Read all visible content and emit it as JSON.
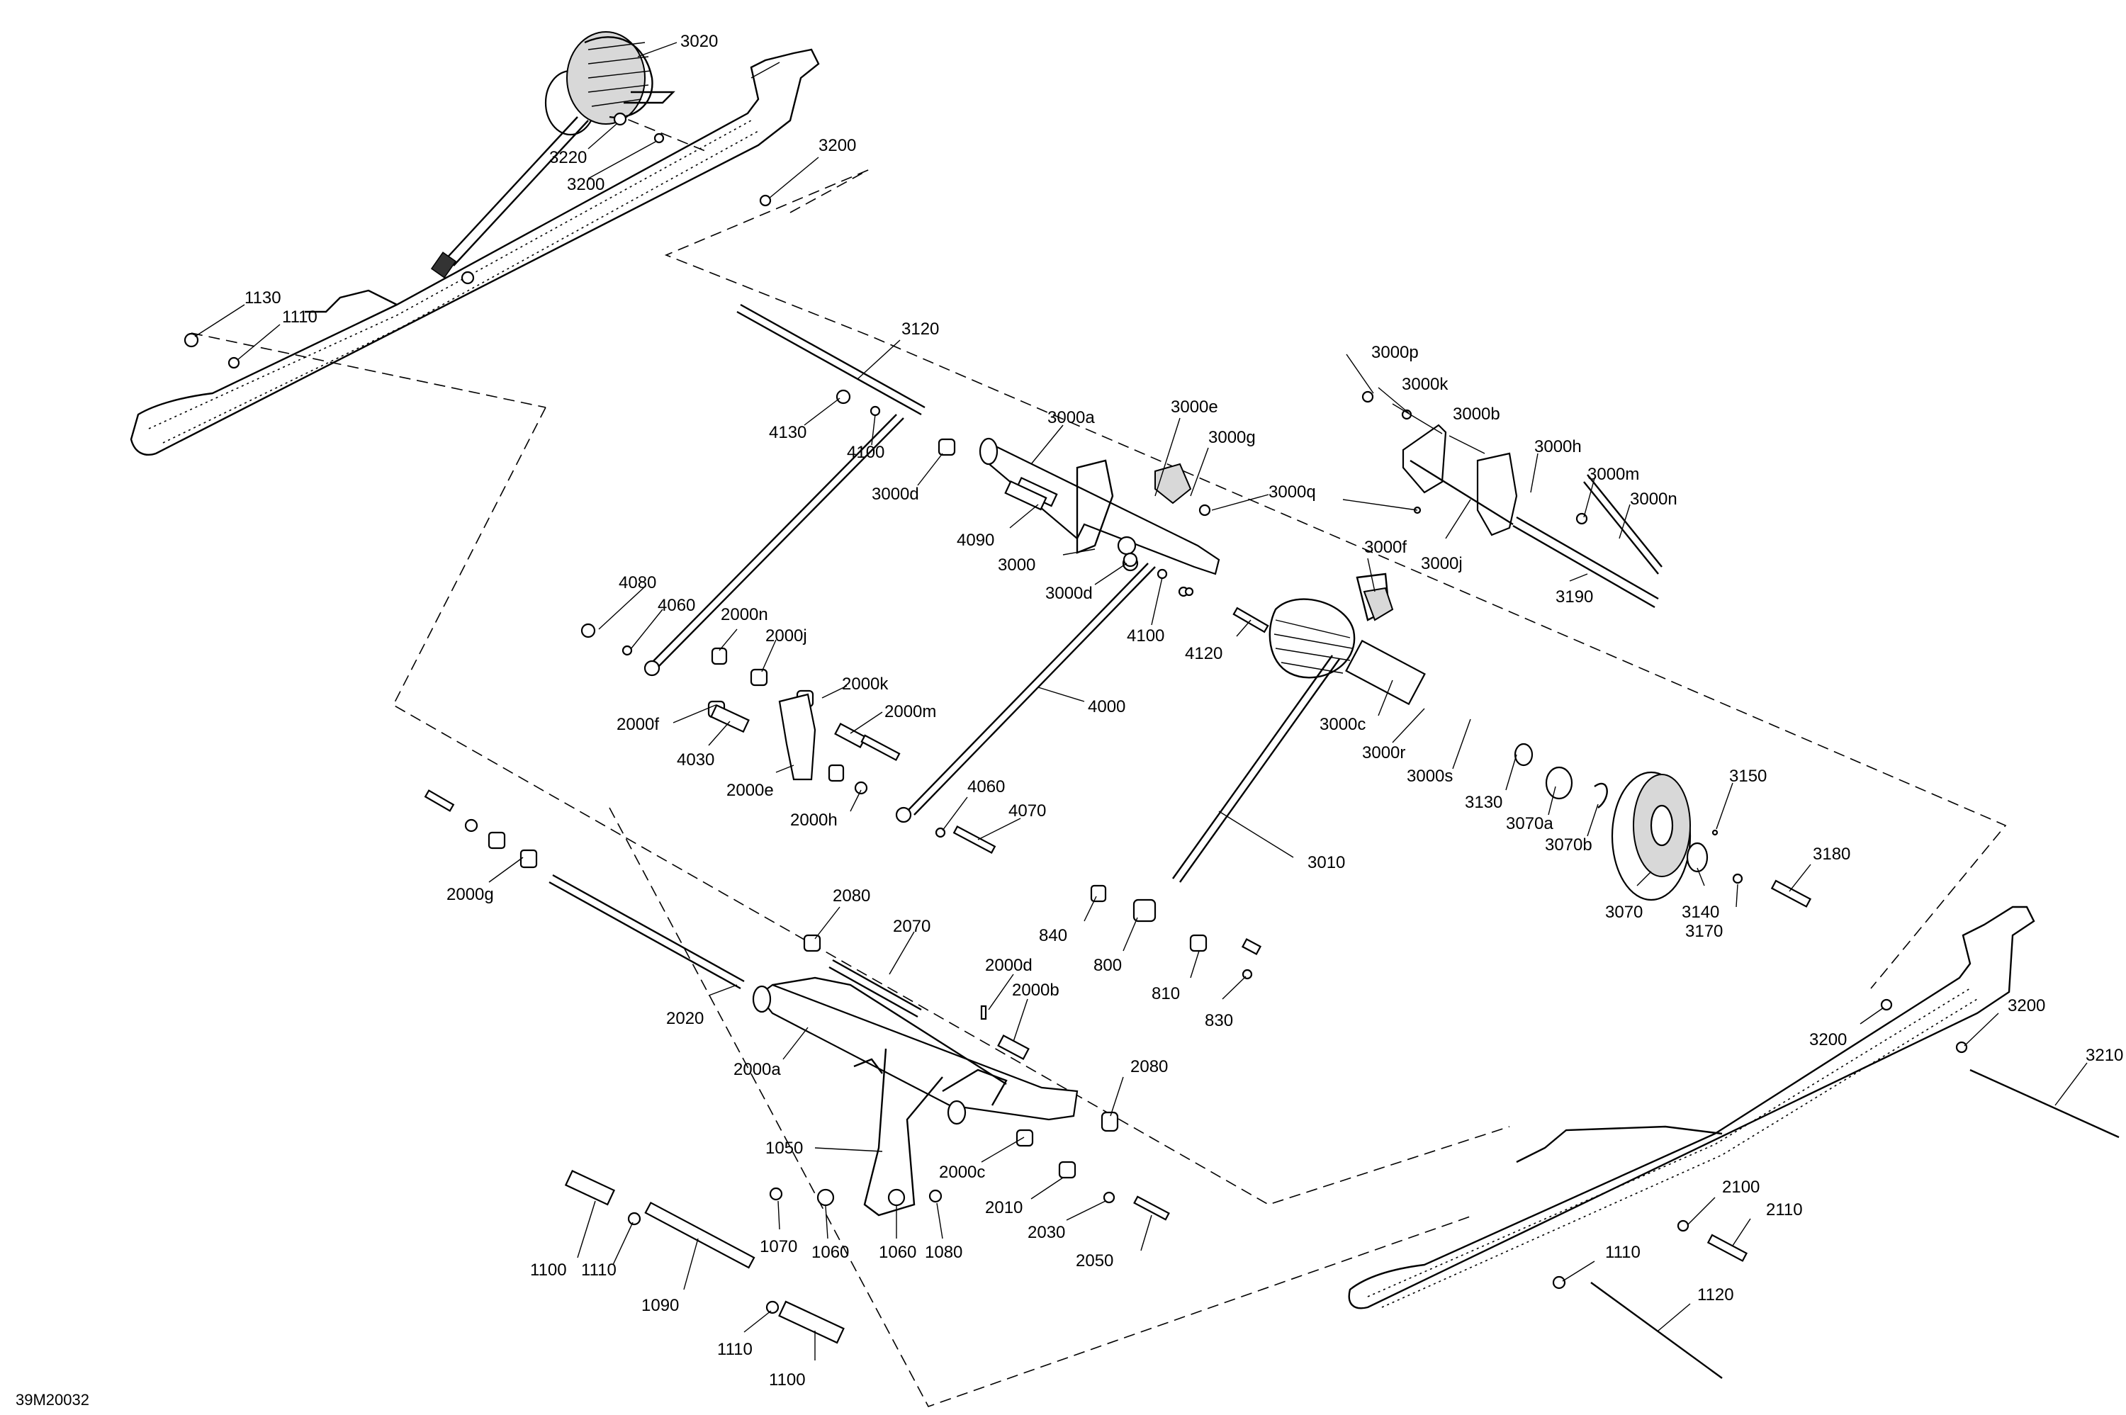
{
  "drawing_id": "39M20032",
  "callouts": [
    {
      "id": "c3020",
      "text": "3020"
    },
    {
      "id": "c3220",
      "text": "3220"
    },
    {
      "id": "c3200a",
      "text": "3200"
    },
    {
      "id": "c3200b",
      "text": "3200"
    },
    {
      "id": "c1130",
      "text": "1130"
    },
    {
      "id": "c1110a",
      "text": "1110"
    },
    {
      "id": "c3120",
      "text": "3120"
    },
    {
      "id": "c4130",
      "text": "4130"
    },
    {
      "id": "c4100a",
      "text": "4100"
    },
    {
      "id": "c3000d1",
      "text": "3000d"
    },
    {
      "id": "c3000a",
      "text": "3000a"
    },
    {
      "id": "c3000e",
      "text": "3000e"
    },
    {
      "id": "c3000g",
      "text": "3000g"
    },
    {
      "id": "c3000q",
      "text": "3000q"
    },
    {
      "id": "c4090",
      "text": "4090"
    },
    {
      "id": "c3000",
      "text": "3000"
    },
    {
      "id": "c3000d2",
      "text": "3000d"
    },
    {
      "id": "c3000p",
      "text": "3000p"
    },
    {
      "id": "c3000k",
      "text": "3000k"
    },
    {
      "id": "c3000b",
      "text": "3000b"
    },
    {
      "id": "c3000h",
      "text": "3000h"
    },
    {
      "id": "c3000m",
      "text": "3000m"
    },
    {
      "id": "c3000n",
      "text": "3000n"
    },
    {
      "id": "c3000j",
      "text": "3000j"
    },
    {
      "id": "c3190",
      "text": "3190"
    },
    {
      "id": "c3000f",
      "text": "3000f"
    },
    {
      "id": "c4080",
      "text": "4080"
    },
    {
      "id": "c4060a",
      "text": "4060"
    },
    {
      "id": "c2000n",
      "text": "2000n"
    },
    {
      "id": "c2000j",
      "text": "2000j"
    },
    {
      "id": "c4100b",
      "text": "4100"
    },
    {
      "id": "c4120",
      "text": "4120"
    },
    {
      "id": "c2000k",
      "text": "2000k"
    },
    {
      "id": "c2000m",
      "text": "2000m"
    },
    {
      "id": "c4000",
      "text": "4000"
    },
    {
      "id": "c2000f",
      "text": "2000f"
    },
    {
      "id": "c4030",
      "text": "4030"
    },
    {
      "id": "c2000e",
      "text": "2000e"
    },
    {
      "id": "c3000c",
      "text": "3000c"
    },
    {
      "id": "c3000r",
      "text": "3000r"
    },
    {
      "id": "c3000s",
      "text": "3000s"
    },
    {
      "id": "c3130",
      "text": "3130"
    },
    {
      "id": "c3070a",
      "text": "3070a"
    },
    {
      "id": "c3070b",
      "text": "3070b"
    },
    {
      "id": "c3150",
      "text": "3150"
    },
    {
      "id": "c2000h",
      "text": "2000h"
    },
    {
      "id": "c4060b",
      "text": "4060"
    },
    {
      "id": "c4070",
      "text": "4070"
    },
    {
      "id": "c3010",
      "text": "3010"
    },
    {
      "id": "c3070",
      "text": "3070"
    },
    {
      "id": "c3140",
      "text": "3140"
    },
    {
      "id": "c3180",
      "text": "3180"
    },
    {
      "id": "c3170",
      "text": "3170"
    },
    {
      "id": "c2000g",
      "text": "2000g"
    },
    {
      "id": "c2080a",
      "text": "2080"
    },
    {
      "id": "c2070",
      "text": "2070"
    },
    {
      "id": "c840",
      "text": "840"
    },
    {
      "id": "c800",
      "text": "800"
    },
    {
      "id": "c810",
      "text": "810"
    },
    {
      "id": "c830",
      "text": "830"
    },
    {
      "id": "c2000d",
      "text": "2000d"
    },
    {
      "id": "c2000b",
      "text": "2000b"
    },
    {
      "id": "c2020",
      "text": "2020"
    },
    {
      "id": "c2000a",
      "text": "2000a"
    },
    {
      "id": "c2080b",
      "text": "2080"
    },
    {
      "id": "c3200c",
      "text": "3200"
    },
    {
      "id": "c3200d",
      "text": "3200"
    },
    {
      "id": "c3210",
      "text": "3210"
    },
    {
      "id": "c1050",
      "text": "1050"
    },
    {
      "id": "c2000c",
      "text": "2000c"
    },
    {
      "id": "c2010",
      "text": "2010"
    },
    {
      "id": "c2030",
      "text": "2030"
    },
    {
      "id": "c2050",
      "text": "2050"
    },
    {
      "id": "c1070",
      "text": "1070"
    },
    {
      "id": "c1060a",
      "text": "1060"
    },
    {
      "id": "c1060b",
      "text": "1060"
    },
    {
      "id": "c1080",
      "text": "1080"
    },
    {
      "id": "c2100",
      "text": "2100"
    },
    {
      "id": "c2110",
      "text": "2110"
    },
    {
      "id": "c1110b",
      "text": "1110"
    },
    {
      "id": "c1120",
      "text": "1120"
    },
    {
      "id": "c1100a",
      "text": "1100"
    },
    {
      "id": "c1110c",
      "text": "1110"
    },
    {
      "id": "c1090",
      "text": "1090"
    },
    {
      "id": "c1110d",
      "text": "1110"
    },
    {
      "id": "c1100b",
      "text": "1100"
    }
  ]
}
